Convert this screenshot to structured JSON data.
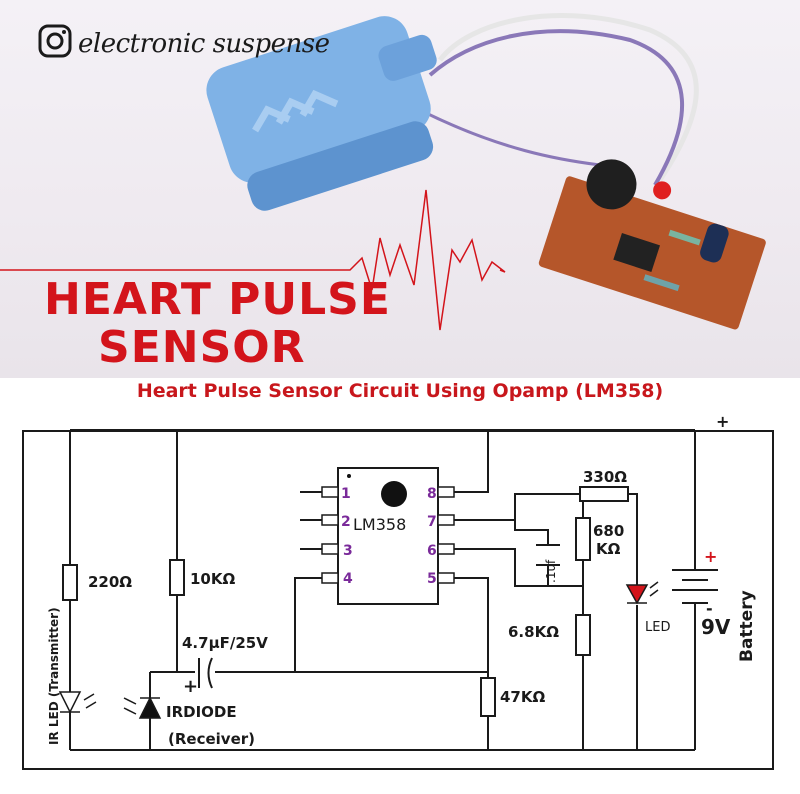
{
  "brand": {
    "handle": "electronic suspense",
    "icon": "instagram-icon"
  },
  "hero": {
    "title_line1": "HEART PULSE",
    "title_line2": "SENSOR"
  },
  "circuit": {
    "title": "Heart Pulse Sensor Circuit Using Opamp (LM358)",
    "ic": {
      "name": "LM358",
      "pins": [
        "1",
        "2",
        "3",
        "4",
        "5",
        "6",
        "7",
        "8"
      ]
    },
    "labels": {
      "r220": "220Ω",
      "r10k": "10KΩ",
      "cap": "4.7µF/25V",
      "cap_plus": "+",
      "irdiode": "IRDIODE",
      "receiver": "(Receiver)",
      "irled": "IR LED (Transmitter)",
      "r47k": "47KΩ",
      "r68k": "6.8KΩ",
      "r680k_1": "680",
      "r680k_2": "KΩ",
      "cap1uf": ".1uf",
      "r330": "330Ω",
      "led": "LED",
      "volt": "9V",
      "battery": "Battery",
      "plus_top": "+",
      "plus_batt": "+",
      "minus_batt": "-"
    }
  },
  "colors": {
    "title_red": "#d3141b",
    "pin_purple": "#7a2a9a",
    "wire": "#1a1a1a",
    "board": "#b5562a",
    "clip_blue": "#7fb2e6"
  }
}
